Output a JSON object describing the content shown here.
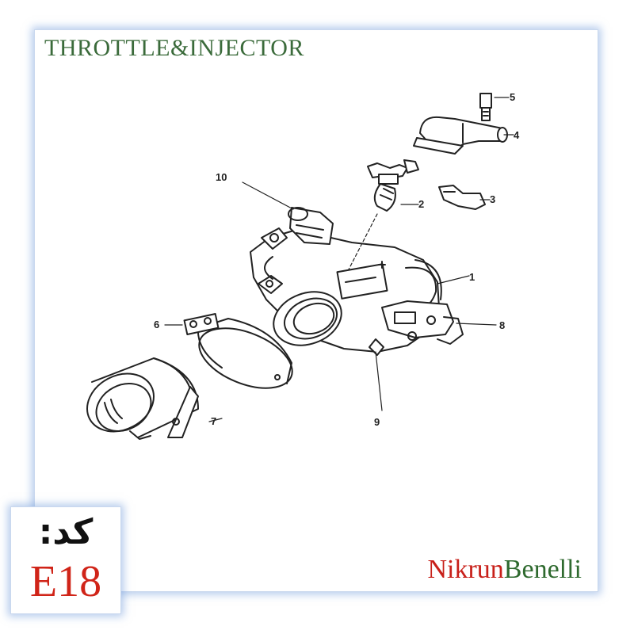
{
  "title": "THROTTLE&INJECTOR",
  "brand": {
    "part1": "Nikrun",
    "part2": "Benelli",
    "part1_color": "#c8201a",
    "part2_color": "#2f6a2f"
  },
  "code": {
    "label": "کد:",
    "value": "E18"
  },
  "callouts": [
    "1",
    "2",
    "3",
    "4",
    "5",
    "6",
    "7",
    "8",
    "9",
    "10"
  ]
}
